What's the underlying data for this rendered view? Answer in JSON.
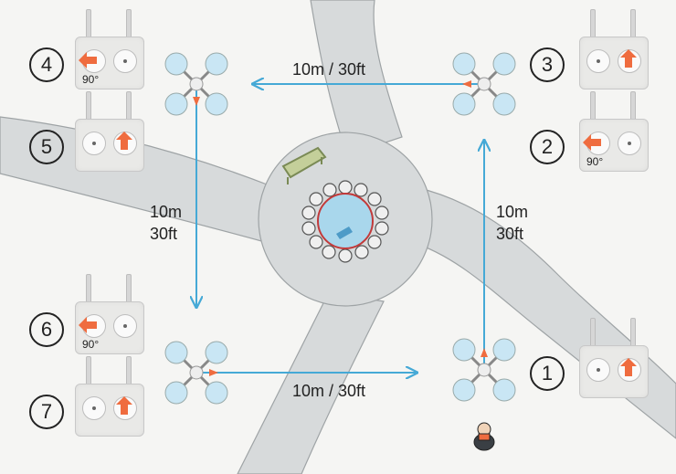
{
  "route": {
    "top_distance": "10m / 30ft",
    "bottom_distance": "10m / 30ft",
    "left_distance_m": "10m",
    "left_distance_ft": "30ft",
    "right_distance_m": "10m",
    "right_distance_ft": "30ft"
  },
  "steps": [
    {
      "number": "1",
      "stick": "right",
      "direction": "up"
    },
    {
      "number": "2",
      "stick": "left",
      "direction": "left",
      "angle": "90°"
    },
    {
      "number": "3",
      "stick": "right",
      "direction": "up"
    },
    {
      "number": "4",
      "stick": "left",
      "direction": "left",
      "angle": "90°"
    },
    {
      "number": "5",
      "stick": "right",
      "direction": "up"
    },
    {
      "number": "6",
      "stick": "left",
      "direction": "left",
      "angle": "90°"
    },
    {
      "number": "7",
      "stick": "right",
      "direction": "up"
    }
  ],
  "colors": {
    "path": "#45a9d6",
    "arrow": "#ef6c3f",
    "road": "#d7dadb",
    "ground": "#f5f5f3",
    "fountain": "#a9d7ec"
  }
}
